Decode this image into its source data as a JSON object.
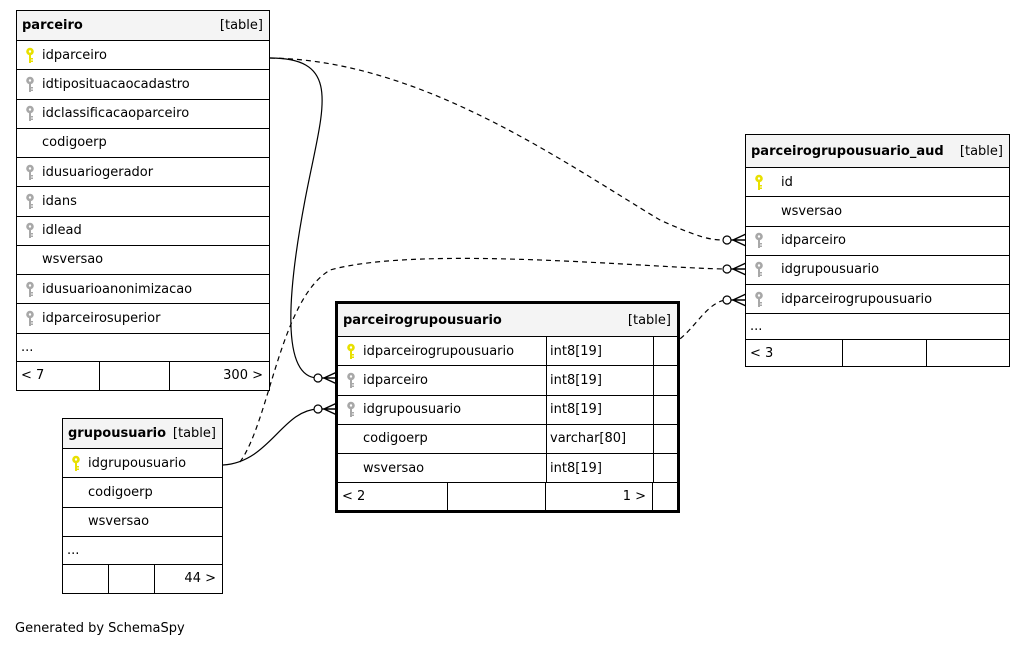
{
  "tables": {
    "parceiro": {
      "name": "parceiro",
      "kind": "[table]",
      "columns": [
        {
          "name": "idparceiro",
          "key": "pk"
        },
        {
          "name": "idtiposituacaocadastro",
          "key": "fk"
        },
        {
          "name": "idclassificacaoparceiro",
          "key": "fk"
        },
        {
          "name": "codigoerp",
          "key": "none"
        },
        {
          "name": "idusuariogerador",
          "key": "fk"
        },
        {
          "name": "idans",
          "key": "fk"
        },
        {
          "name": "idlead",
          "key": "fk"
        },
        {
          "name": "wsversao",
          "key": "none"
        },
        {
          "name": "idusuarioanonimizacao",
          "key": "fk"
        },
        {
          "name": "idparceirosuperior",
          "key": "fk"
        }
      ],
      "more": "...",
      "footer": [
        "< 7",
        "",
        "300 >"
      ]
    },
    "grupousuario": {
      "name": "grupousuario",
      "kind": "[table]",
      "columns": [
        {
          "name": "idgrupousuario",
          "key": "pk"
        },
        {
          "name": "codigoerp",
          "key": "none"
        },
        {
          "name": "wsversao",
          "key": "none"
        }
      ],
      "more": "...",
      "footer": [
        "",
        "",
        "44 >"
      ]
    },
    "parceirogrupousuario": {
      "name": "parceirogrupousuario",
      "kind": "[table]",
      "columns": [
        {
          "name": "idparceirogrupousuario",
          "key": "pk",
          "type": "int8[19]"
        },
        {
          "name": "idparceiro",
          "key": "fk",
          "type": "int8[19]"
        },
        {
          "name": "idgrupousuario",
          "key": "fk",
          "type": "int8[19]"
        },
        {
          "name": "codigoerp",
          "key": "none",
          "type": "varchar[80]"
        },
        {
          "name": "wsversao",
          "key": "none",
          "type": "int8[19]"
        }
      ],
      "footer": [
        "< 2",
        "",
        "1 >"
      ]
    },
    "parceirogrupousuario_aud": {
      "name": "parceirogrupousuario_aud",
      "kind": "[table]",
      "columns": [
        {
          "name": "id",
          "key": "pk"
        },
        {
          "name": "wsversao",
          "key": "none"
        },
        {
          "name": "idparceiro",
          "key": "fk"
        },
        {
          "name": "idgrupousuario",
          "key": "fk"
        },
        {
          "name": "idparceirogrupousuario",
          "key": "fk"
        }
      ],
      "more": "...",
      "footer": [
        "< 3",
        "",
        ""
      ]
    }
  },
  "colors": {
    "primary_key": "#e8e000",
    "foreign_key": "#a8a8a8",
    "header_bg": "#f4f4f4",
    "line": "#000000"
  },
  "caption": "Generated by SchemaSpy"
}
